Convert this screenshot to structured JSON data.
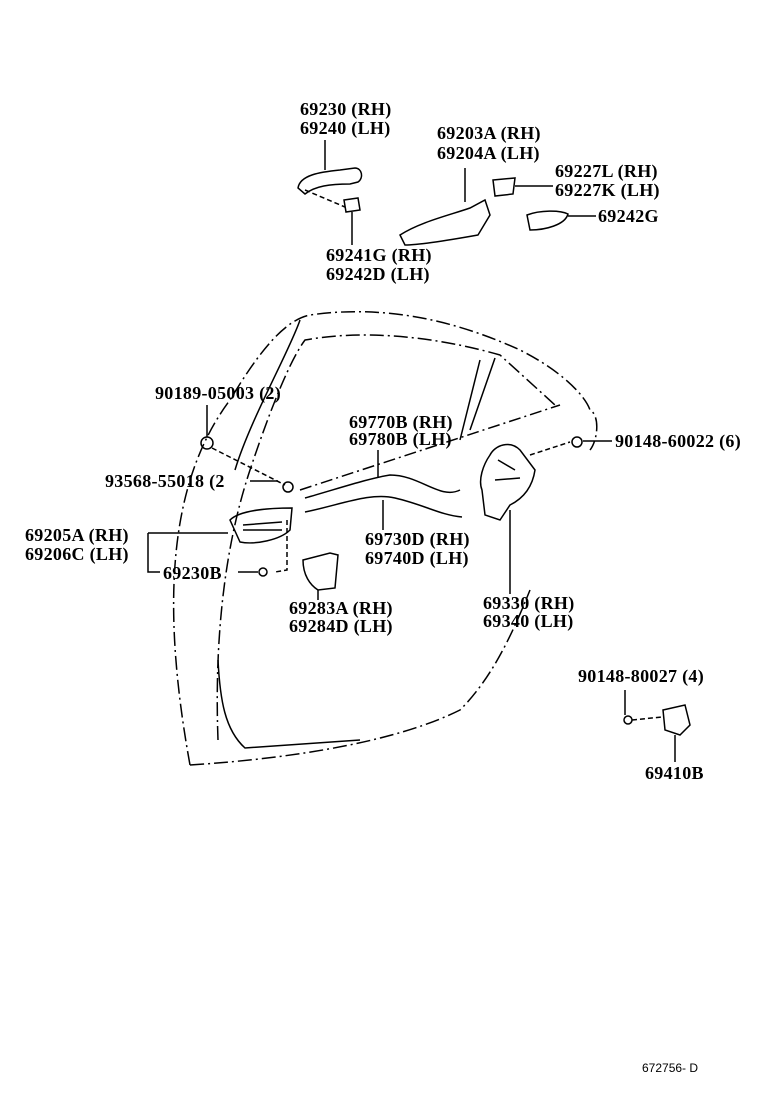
{
  "labels": [
    "69230 (RH)",
    "69240 (LH)",
    "69203A (RH)",
    "69204A (LH)",
    "69227L (RH)",
    "69227K (LH)",
    "69242G",
    "69241G (RH)",
    "69242D (LH)",
    "90189-05003 (2)",
    "69770B (RH)",
    "69780B (LH)",
    "90148-60022 (6)",
    "93568-55018 (2",
    "69205A (RH)",
    "69206C (LH)",
    "69730D (RH)",
    "69740D (LH)",
    "69230B",
    "69283A (RH)",
    "69284D (LH)",
    "69330 (RH)",
    "69340 (LH)",
    "90148-80027 (4)",
    "69410B"
  ],
  "diagram_code": "672756- D"
}
